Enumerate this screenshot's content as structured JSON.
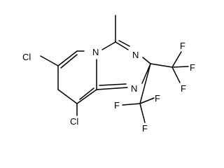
{
  "molecule": {
    "atoms": {
      "cl_top": "Cl",
      "cl_bottom": "Cl",
      "n_ring": "N",
      "n_upper": "N",
      "n_lower": "N",
      "f_1": "F",
      "f_2": "F",
      "f_3": "F",
      "f_4": "F",
      "f_5": "F",
      "f_6": "F"
    }
  }
}
